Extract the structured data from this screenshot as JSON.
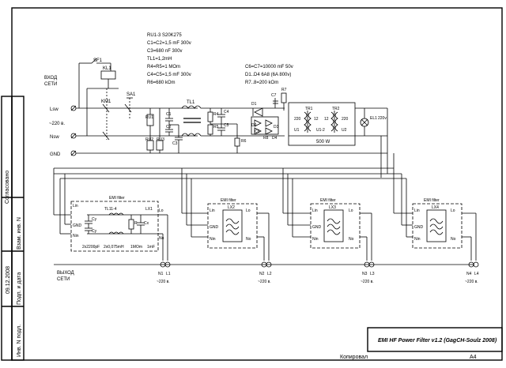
{
  "spec_lines": [
    "RU1-3  S20K275",
    "C1=C2=1,5 mF 300v",
    "C3=680 nF 300v",
    "TL1=1,2mH",
    "R4=R5=1 MOm",
    "C4=C5=1,5 mF 300v",
    "R6=680 kOm"
  ],
  "spec_lines2": [
    "C6=C7=10000 mF 50v",
    "D1..D4 6A8 (6A 800v)",
    "R7..8=200 kOm"
  ],
  "input_label": [
    "ВХОД",
    "СЕТИ"
  ],
  "output_label": [
    "ВЫХОД",
    "СЕТИ"
  ],
  "line_labels": {
    "lsw": "Lsw",
    "nsw": "Nsw",
    "gnd": "GND",
    "v220": "~220 в."
  },
  "refs": {
    "sf1": "SF1",
    "kl1": "KL1",
    "km1": "KM1",
    "sa1": "SA1",
    "tl1": "TL1",
    "ru1": "RU1",
    "ru2": "RU2",
    "ru3": "RU3",
    "c1": "C1",
    "c2": "C2",
    "c3": "C3",
    "c4": "C4",
    "c5": "C5",
    "r4": "R4",
    "r5": "R5",
    "r6": "R6",
    "d1": "D1",
    "d2": "D2",
    "d3": "D3",
    "d4": "D4",
    "c6": "C6",
    "c7": "C7",
    "r7": "R7",
    "r8": "R8",
    "tr1": "TR1",
    "tr2": "TR2",
    "el1": "EL1",
    "el1v": "220v"
  },
  "transformer": {
    "u1": "220",
    "u2": "12",
    "u3": "12",
    "u4": "220",
    "a": "U1",
    "b": "U1-2",
    "c": "U2",
    "power": "500 W"
  },
  "emi_title": "EMI filter",
  "emi_pins": {
    "lin": "Lin",
    "nin": "Nin",
    "gnd": "GND",
    "lo": "Lo",
    "no": "No"
  },
  "emi1": {
    "part": "TL11-4",
    "lx": "LX1",
    "cy1": "Cy",
    "cy2": "Cy",
    "r": "R",
    "cx": "Cx",
    "values": [
      "2x2200pF",
      "2x0,075mH",
      "1MOm",
      "1mF"
    ]
  },
  "lx": [
    "LX2",
    "LX3",
    "LX4"
  ],
  "outputs": [
    {
      "l": "L1",
      "n": "N1",
      "v": "~220 в."
    },
    {
      "l": "L2",
      "n": "N2",
      "v": "~220 в."
    },
    {
      "l": "L3",
      "n": "N3",
      "v": "~220 в."
    },
    {
      "l": "L4",
      "n": "N4",
      "v": "~220 в."
    }
  ],
  "side": {
    "agreed": "Согласовано",
    "inv": "Взам. инв. N",
    "sign": "Подп. и дата",
    "date": "09.12.2008",
    "inv2": "Инв. N подл."
  },
  "title_block": "EMI HF Power Filter v1.2 (GagCH-Soulz 2008)",
  "copied": "Копировал",
  "format": "A4"
}
